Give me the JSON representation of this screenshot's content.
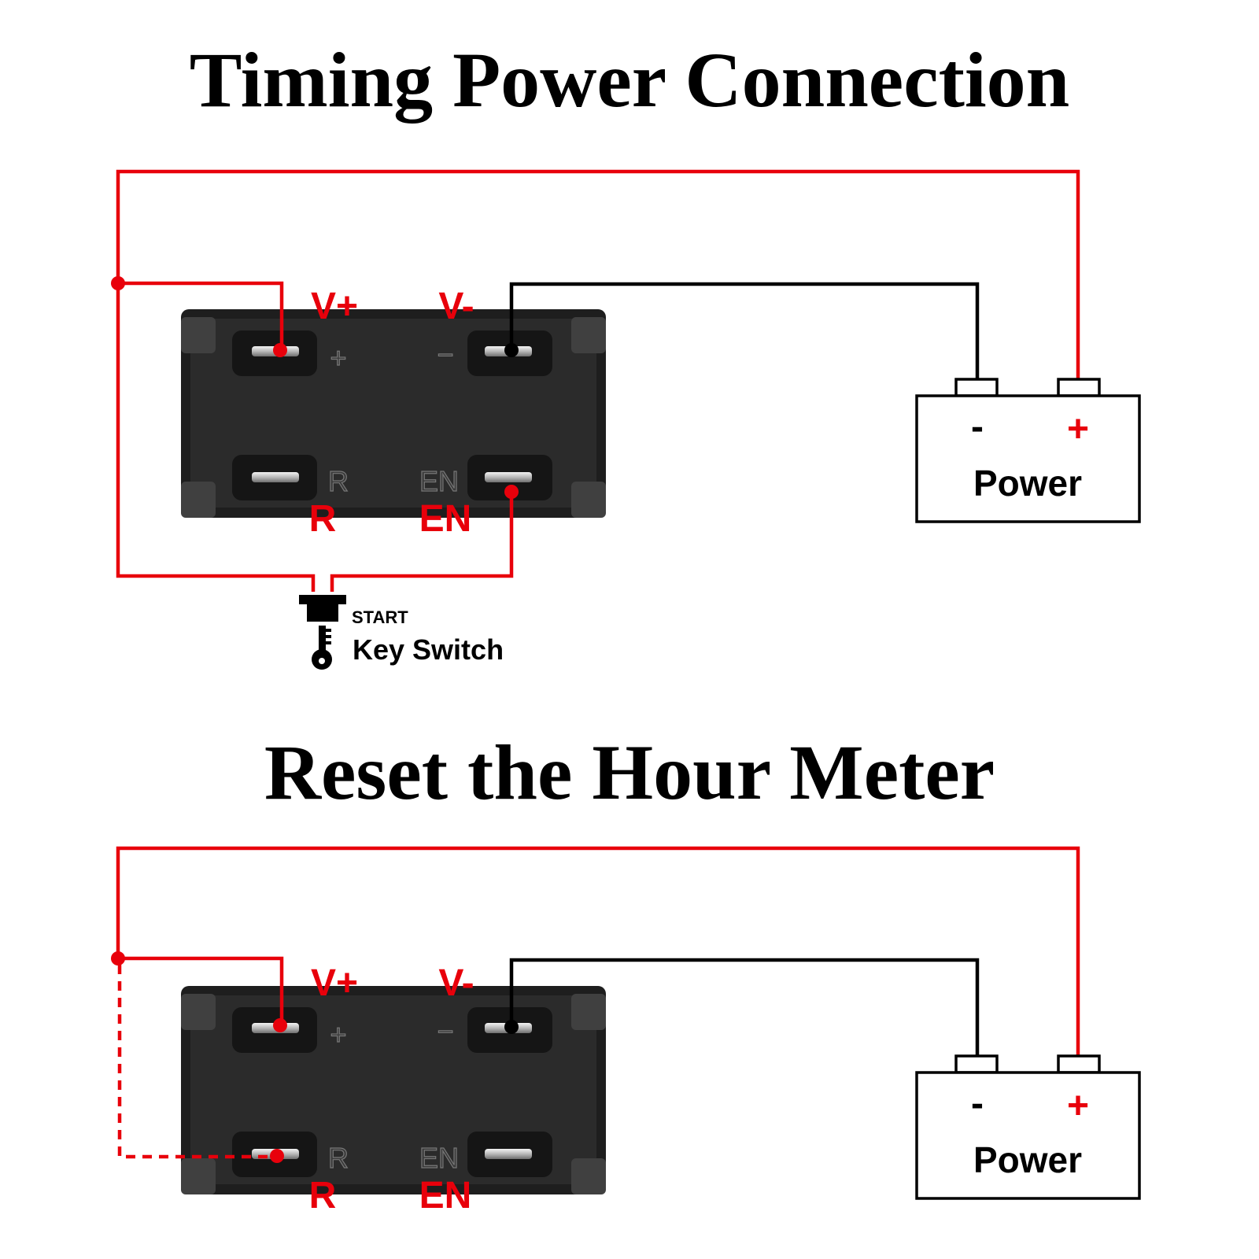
{
  "colors": {
    "red_wire": "#e8000b",
    "black_wire": "#000000",
    "module_body": "#262626"
  },
  "diagram_top": {
    "title": "Timing Power Connection",
    "pins": {
      "vplus": "V+",
      "vminus": "V-",
      "r": "R",
      "en": "EN"
    },
    "embossed": {
      "plus": "+",
      "minus": "−",
      "r": "R",
      "en": "EN"
    },
    "battery": {
      "minus": "-",
      "plus": "+",
      "label": "Power"
    },
    "switch": {
      "label_small": "START",
      "label": "Key Switch"
    }
  },
  "diagram_bottom": {
    "title": "Reset the Hour Meter",
    "pins": {
      "vplus": "V+",
      "vminus": "V-",
      "r": "R",
      "en": "EN"
    },
    "embossed": {
      "plus": "+",
      "minus": "−",
      "r": "R",
      "en": "EN"
    },
    "battery": {
      "minus": "-",
      "plus": "+",
      "label": "Power"
    }
  }
}
